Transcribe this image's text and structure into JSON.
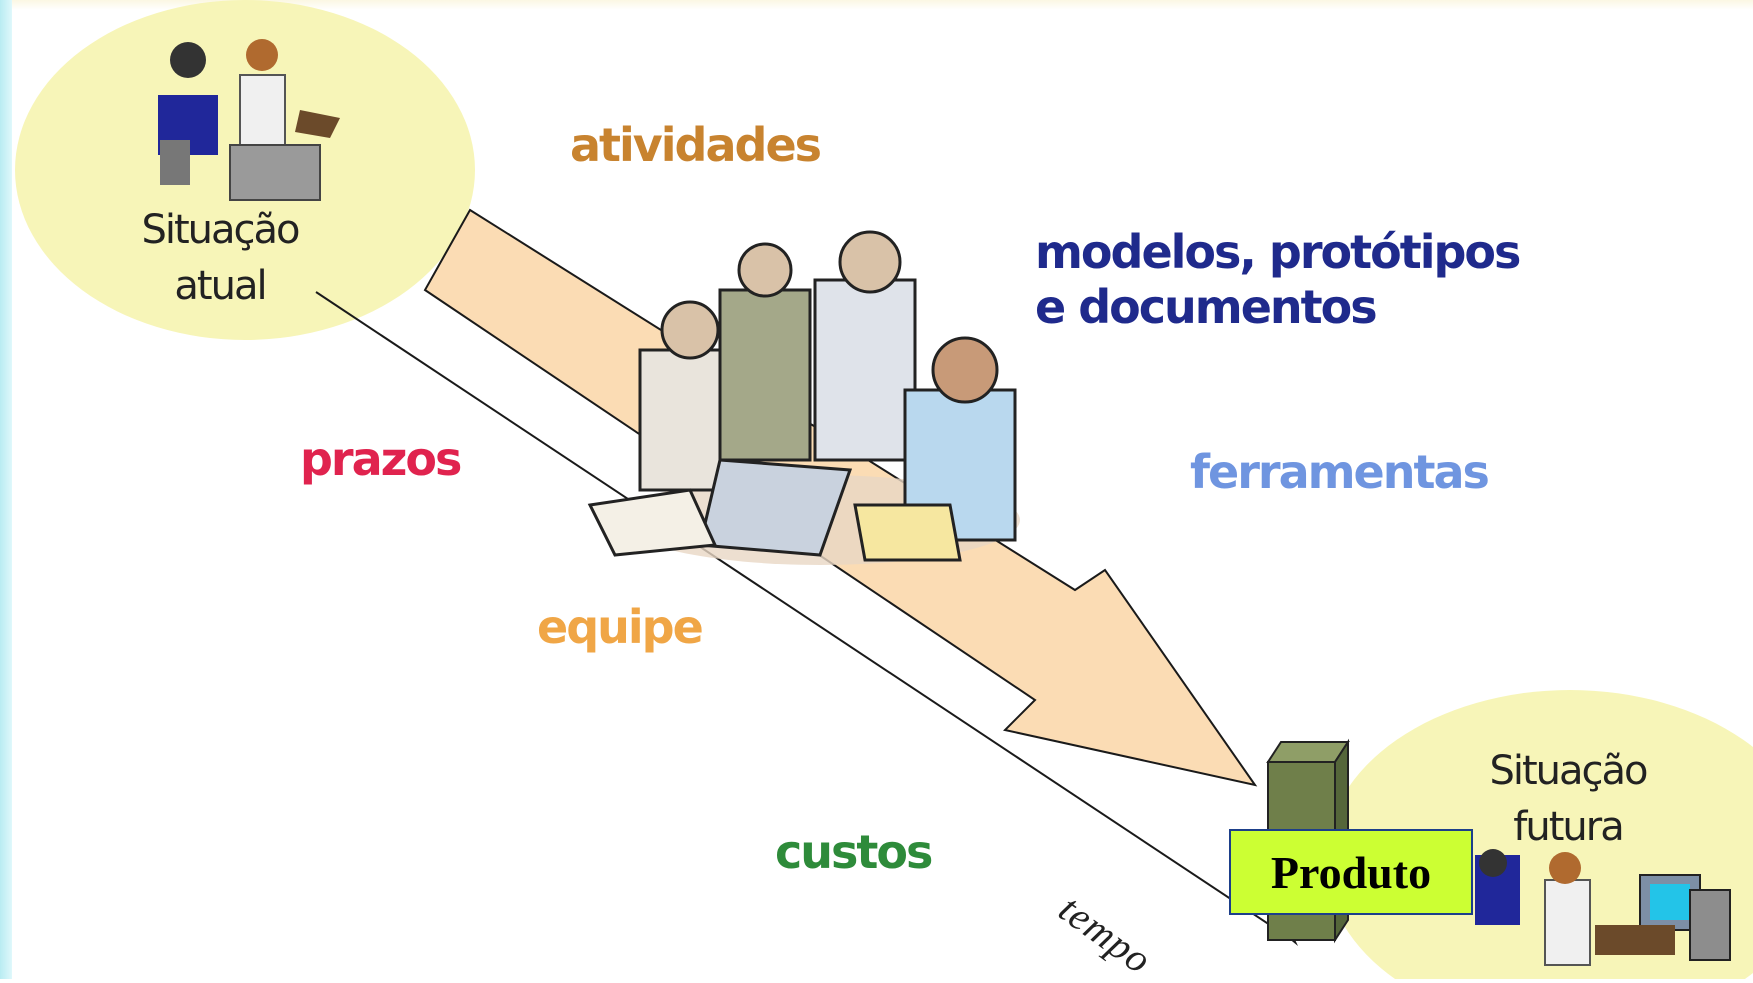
{
  "situacao_atual": {
    "line1": "Situação",
    "line2": "atual"
  },
  "situacao_futura": {
    "line1": "Situação",
    "line2": "futura"
  },
  "labels": {
    "atividades": "atividades",
    "modelos_line1": "modelos, protótipos",
    "modelos_line2": "e documentos",
    "prazos": "prazos",
    "ferramentas": "ferramentas",
    "equipe": "equipe",
    "custos": "custos",
    "tempo": "tempo"
  },
  "produto": "Produto",
  "colors": {
    "circle_fill": "#f7f5b8",
    "arrow_fill": "#fbdcb4",
    "atividades": "#c8832f",
    "modelos": "#1f2a8c",
    "prazos": "#e0234e",
    "ferramentas": "#6f95e0",
    "equipe": "#f0a646",
    "custos": "#2e8b3a",
    "produto_bg": "#ccff33"
  }
}
